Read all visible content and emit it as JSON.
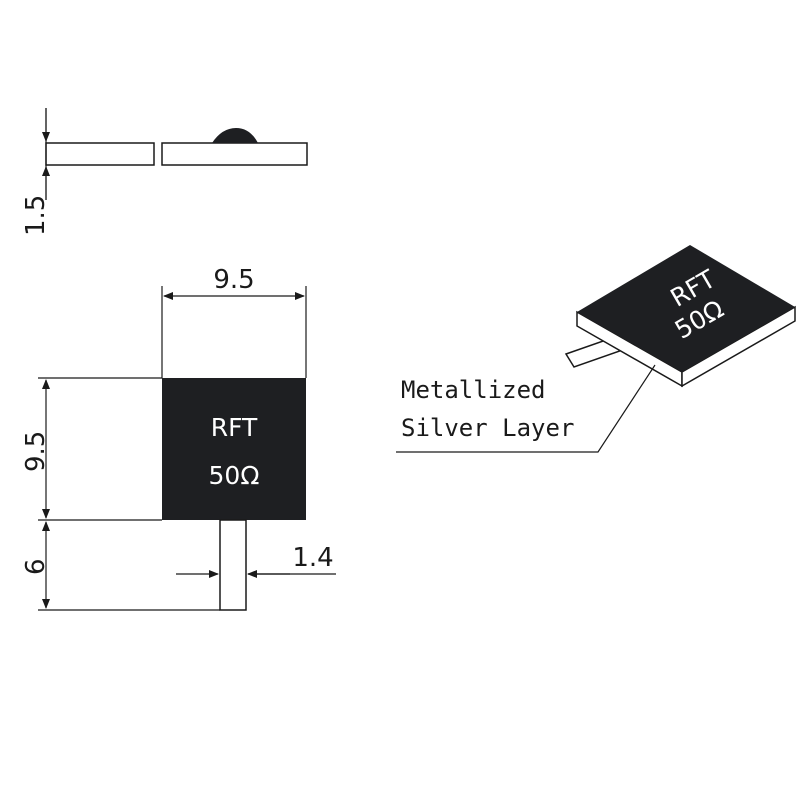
{
  "diagram": {
    "dimensions": {
      "thickness": "1.5",
      "width": "9.5",
      "height": "9.5",
      "tab_length": "6",
      "tab_width": "1.4"
    },
    "chip": {
      "brand": "RFT",
      "value": "50Ω"
    },
    "callout": {
      "line1": "Metallized",
      "line2": "Silver Layer"
    },
    "colors": {
      "chip": "#1e1f22",
      "lines": "#1a1a1a",
      "background": "#ffffff"
    }
  }
}
